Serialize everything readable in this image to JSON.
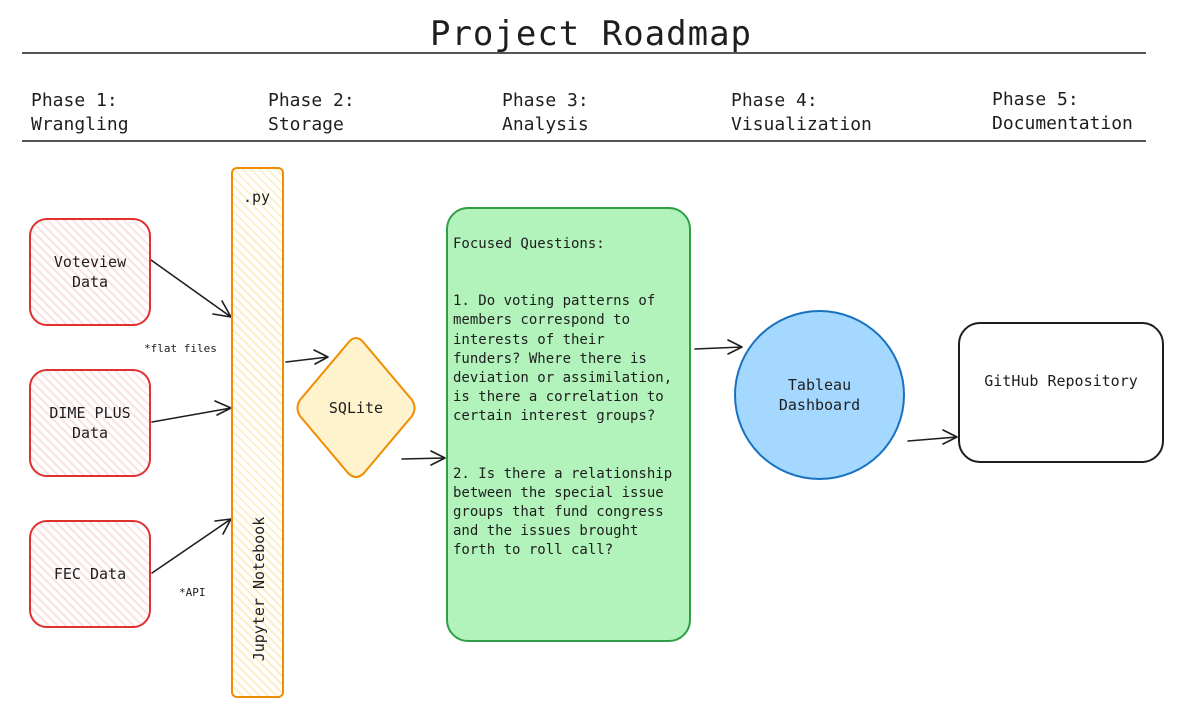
{
  "title": "Project Roadmap",
  "phases": [
    {
      "num": "Phase 1:",
      "name": "Wrangling"
    },
    {
      "num": "Phase 2:",
      "name": "Storage"
    },
    {
      "num": "Phase 3:",
      "name": "Analysis"
    },
    {
      "num": "Phase 4:",
      "name": "Visualization"
    },
    {
      "num": "Phase 5:",
      "name": "Documentation"
    }
  ],
  "sources": [
    {
      "label": "Voteview\nData"
    },
    {
      "label": "DIME PLUS\nData"
    },
    {
      "label": "FEC Data"
    }
  ],
  "notes": {
    "flat_files": "*flat files",
    "api": "*API"
  },
  "notebook": {
    "ext": ".py",
    "label": "Jupyter Notebook"
  },
  "storage": {
    "label": "SQLite"
  },
  "analysis": {
    "heading": "Focused Questions:",
    "q1": "1. Do voting patterns of members correspond to interests of their funders? Where there is deviation or assimilation, is there a correlation to certain interest groups?",
    "q2": "2. Is there a relationship between the special issue groups that fund congress and the issues brought forth to roll call?"
  },
  "visualization": {
    "label": "Tableau\nDashboard"
  },
  "documentation": {
    "label": "GitHub Repository"
  },
  "colors": {
    "source_stroke": "#e03131",
    "notebook_stroke": "#f08c00",
    "analysis_fill": "#b2f2bb",
    "analysis_stroke": "#2f9e44",
    "viz_fill": "#a5d8ff",
    "viz_stroke": "#1971c2"
  }
}
